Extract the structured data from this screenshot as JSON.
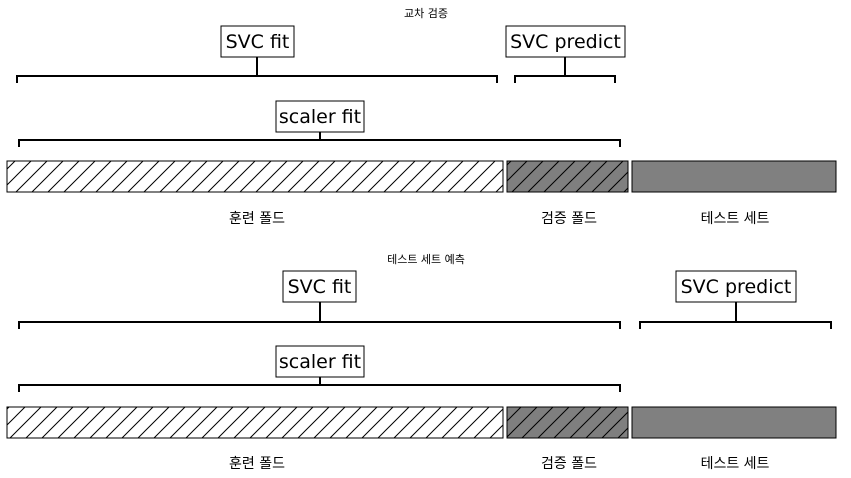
{
  "colors": {
    "validation_fill": "#7f7f7f",
    "test_fill": "#808080",
    "train_fill": "#ffffff",
    "line": "#000000"
  },
  "panels": [
    {
      "title": "교차 검증",
      "boxes": {
        "svc_fit": "SVC fit",
        "svc_predict": "SVC predict",
        "scaler_fit": "scaler fit"
      },
      "segments": {
        "train": "훈련 폴드",
        "validation": "검증 폴드",
        "test": "테스트 세트"
      }
    },
    {
      "title": "테스트 세트 예측",
      "boxes": {
        "svc_fit": "SVC fit",
        "svc_predict": "SVC predict",
        "scaler_fit": "scaler fit"
      },
      "segments": {
        "train": "훈련 폴드",
        "validation": "검증 폴드",
        "test": "테스트 세트"
      }
    }
  ]
}
